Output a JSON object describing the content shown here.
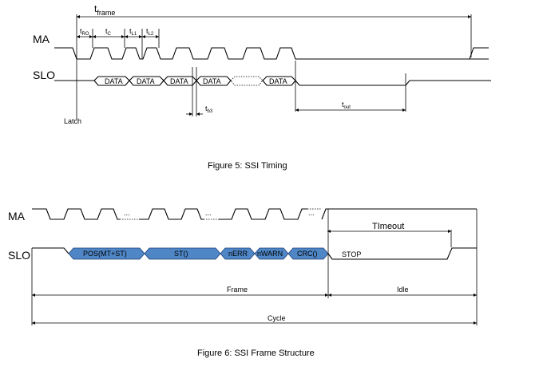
{
  "figure5": {
    "caption": "Figure 5: SSI Timing",
    "ma_label": "MA",
    "slo_label": "SLO",
    "t_frame": {
      "main": "t",
      "sub": "frame"
    },
    "t_ro": {
      "main": "t",
      "sub": "RO"
    },
    "t_c": {
      "main": "t",
      "sub": "C"
    },
    "t_l1": {
      "main": "t",
      "sub": "L1"
    },
    "t_l2": {
      "main": "t",
      "sub": "L2"
    },
    "t_b3": {
      "main": "t",
      "sub": "b3"
    },
    "t_out": {
      "main": "t",
      "sub": "out"
    },
    "latch": "Latch",
    "data_label": "DATA"
  },
  "figure6": {
    "caption": "Figure 6: SSI  Frame Structure",
    "ma_label": "MA",
    "slo_label": "SLO",
    "ellipsis": "...",
    "timeout": "TImeout",
    "stop": "STOP",
    "fields": [
      "POS(MT+ST)",
      "ST()",
      "nERR",
      "nWARN",
      "CRC()"
    ],
    "frame": "Frame",
    "idle": "Idle",
    "cycle": "Cycle"
  }
}
